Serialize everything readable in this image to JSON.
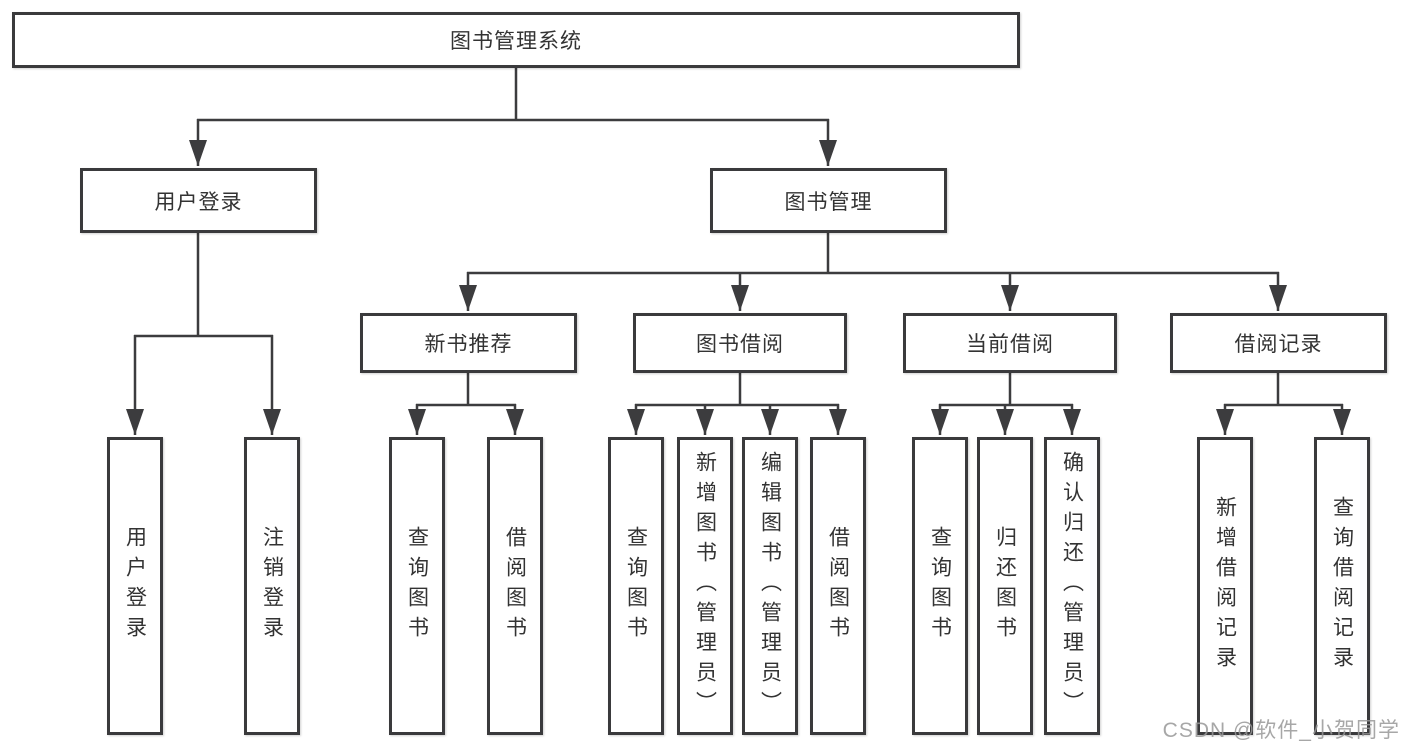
{
  "diagram": {
    "root": {
      "label": "图书管理系统"
    },
    "branches": [
      {
        "label": "用户登录",
        "leaves": [
          "用户登录",
          "注销登录"
        ]
      },
      {
        "label": "图书管理",
        "modules": [
          {
            "label": "新书推荐",
            "leaves": [
              "查询图书",
              "借阅图书"
            ]
          },
          {
            "label": "图书借阅",
            "leaves": [
              "查询图书",
              "新增图书（管理员）",
              "编辑图书（管理员）",
              "借阅图书"
            ]
          },
          {
            "label": "当前借阅",
            "leaves": [
              "查询图书",
              "归还图书",
              "确认归还（管理员）"
            ]
          },
          {
            "label": "借阅记录",
            "leaves": [
              "新增借阅记录",
              "查询借阅记录"
            ]
          }
        ]
      }
    ]
  },
  "watermark": {
    "text": "CSDN @软件_小贺同学"
  },
  "colors": {
    "line": "#3c3c3e",
    "box_border": "#3a3a3c",
    "text": "#333333",
    "watermark": "#989898",
    "background": "#ffffff"
  }
}
